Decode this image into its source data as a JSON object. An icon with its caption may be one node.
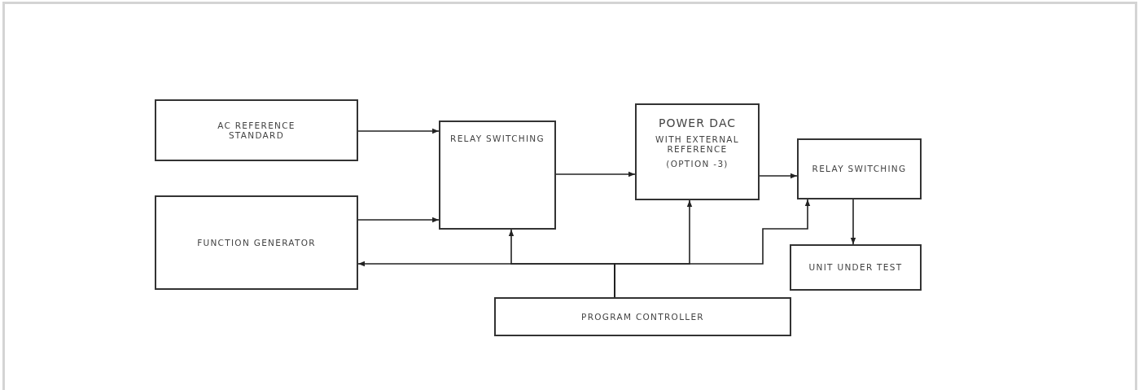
{
  "diagram": {
    "nodes": [
      {
        "text": [
          "AC REFERENCE STANDARD"
        ]
      },
      {
        "text": [
          "FUNCTION GENERATOR"
        ]
      },
      {
        "text": [
          "RELAY SWITCHING"
        ]
      },
      {
        "text": [
          "POWER DAC",
          "WITH EXTERNAL REFERENCE",
          "(OPTION -3)"
        ]
      },
      {
        "text": [
          "RELAY SWITCHING"
        ]
      },
      {
        "text": [
          "UNIT UNDER TEST"
        ]
      },
      {
        "text": [
          "PROGRAM CONTROLLER"
        ]
      }
    ],
    "edges": [
      {
        "from": 0,
        "to": 2,
        "arrow": "to"
      },
      {
        "from": 1,
        "to": 2,
        "arrow": "to"
      },
      {
        "from": 2,
        "to": 3,
        "arrow": "to"
      },
      {
        "from": 3,
        "to": 4,
        "arrow": "to"
      },
      {
        "from": 4,
        "to": 5,
        "arrow": "to"
      },
      {
        "from": 6,
        "to": 1,
        "arrow": "to"
      },
      {
        "from": 6,
        "to": 2,
        "arrow": "to"
      },
      {
        "from": 6,
        "to": 3,
        "arrow": "to"
      },
      {
        "from": 6,
        "to": 4,
        "arrow": "to"
      }
    ]
  }
}
